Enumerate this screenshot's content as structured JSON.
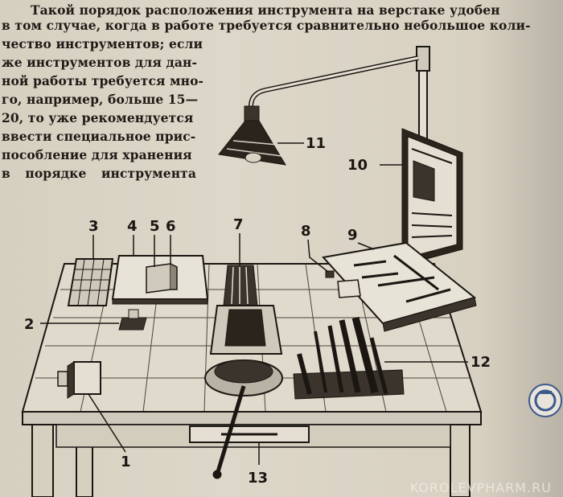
{
  "text": {
    "line1": "Такой порядок расположения инструмента на верстаке удобен",
    "line2": "в том случае, когда в работе требуется сравнительно небольшое коли-",
    "narrow": [
      "чество инструментов; если",
      "же инструментов для дан-",
      "ной работы требуется мно-",
      "го, например, больше 15—",
      "20, то уже рекомендуется",
      "ввести специальное прис-",
      "пособление для хранения"
    ],
    "last_words": [
      "в",
      "порядке",
      "инструмента"
    ]
  },
  "labels": {
    "l1": "1",
    "l2": "2",
    "l3": "3",
    "l4": "4",
    "l5": "5",
    "l6": "6",
    "l7": "7",
    "l8": "8",
    "l9": "9",
    "l10": "10",
    "l11": "11",
    "l12": "12",
    "l13": "13"
  },
  "watermark": "KOROLEVPHARM.RU"
}
